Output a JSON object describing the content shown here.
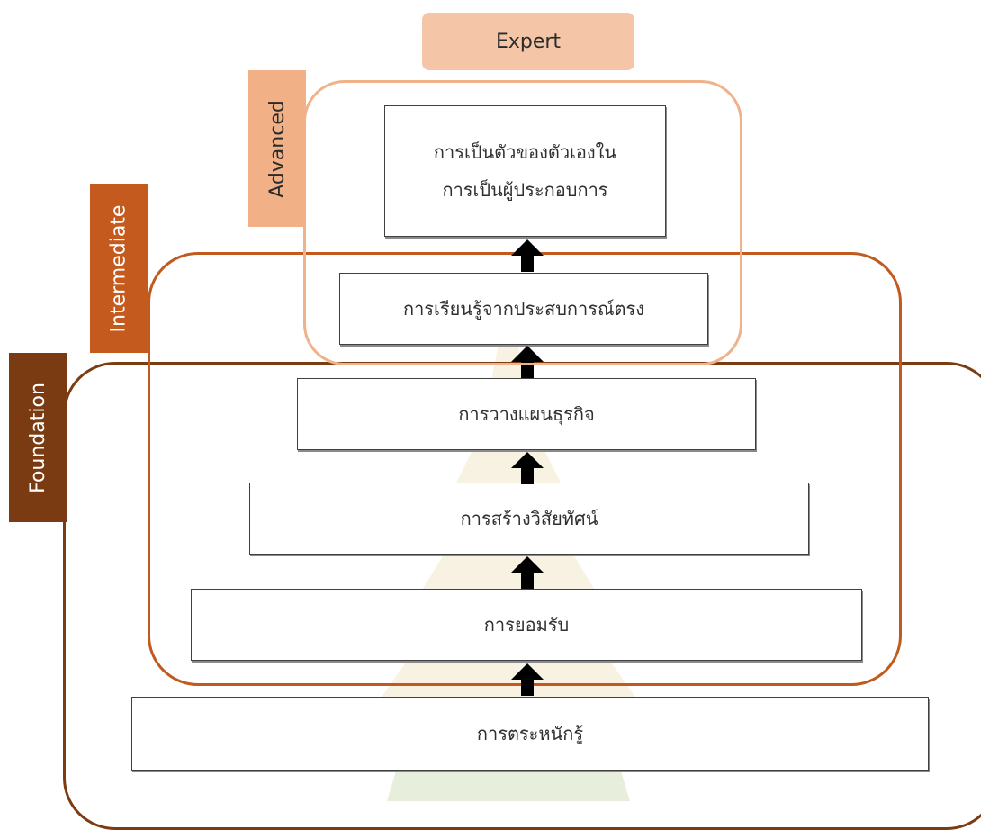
{
  "levels": {
    "expert": "Expert",
    "advanced": "Advanced",
    "intermediate": "Intermediate",
    "foundation": "Foundation"
  },
  "steps": [
    {
      "text": "การเป็นตัวของตัวเองใน\nการเป็นผู้ประกอบการ"
    },
    {
      "text": "การเรียนรู้จากประสบการณ์ตรง"
    },
    {
      "text": "การวางแผนธุรกิจ"
    },
    {
      "text": "การสร้างวิสัยทัศน์"
    },
    {
      "text": "การยอมรับ"
    },
    {
      "text": "การตระหนักรู้"
    }
  ],
  "colors": {
    "expert": "#f4c5a6",
    "advanced": "#f1b086",
    "intermediate": "#c45a1d",
    "foundation": "#7a3b12",
    "arrow": "#000000"
  },
  "icons": {
    "arrow": "arrow-up-icon"
  }
}
